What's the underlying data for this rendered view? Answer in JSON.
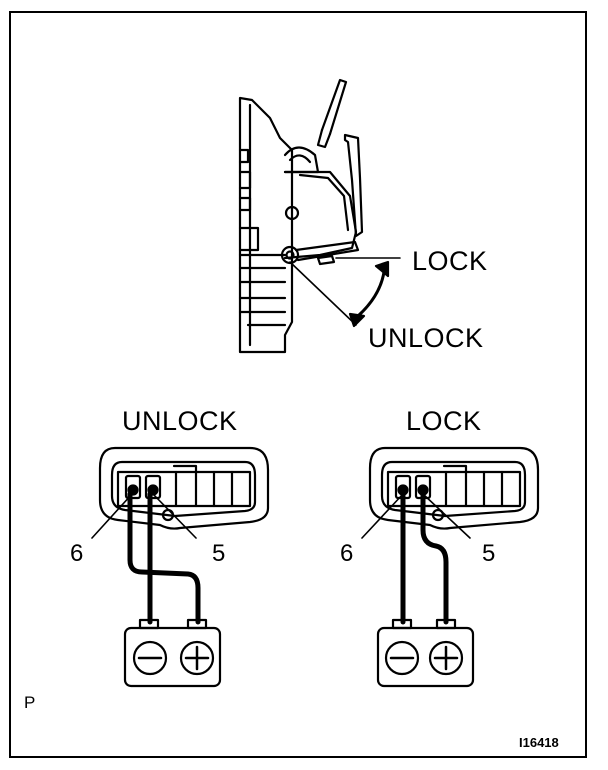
{
  "mechanism": {
    "lock_label": "LOCK",
    "unlock_label": "UNLOCK"
  },
  "connector_left": {
    "title": "UNLOCK",
    "pin_a": "6",
    "pin_b": "5",
    "battery_negative": "−",
    "battery_positive": "+"
  },
  "connector_right": {
    "title": "LOCK",
    "pin_a": "6",
    "pin_b": "5",
    "battery_negative": "−",
    "battery_positive": "+"
  },
  "footer": {
    "corner_mark": "P",
    "figure_code": "I16418"
  }
}
